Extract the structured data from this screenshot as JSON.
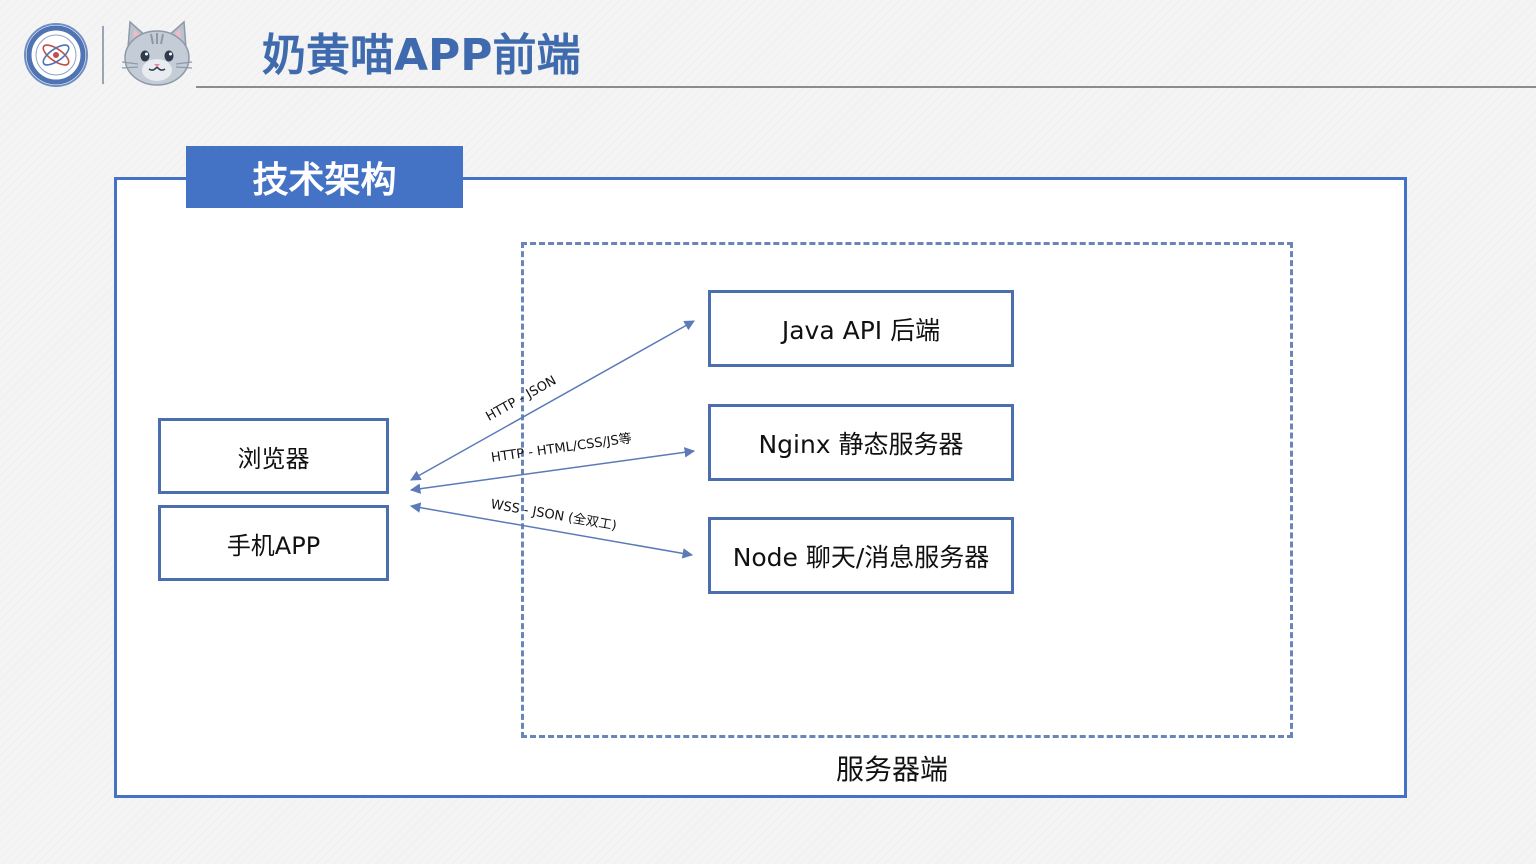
{
  "header": {
    "title": "奶黄喵APP前端",
    "logo_icon": "university-seal-icon",
    "mascot_icon": "cat-face-icon"
  },
  "section": {
    "title": "技术架构"
  },
  "clients": {
    "browser": "浏览器",
    "app": "手机APP"
  },
  "servers": {
    "zone_label": "服务器端",
    "java": "Java API 后端",
    "nginx": "Nginx 静态服务器",
    "node": "Node 聊天/消息服务器"
  },
  "edges": {
    "java": "HTTP - JSON",
    "nginx": "HTTP - HTML/CSS/JS等",
    "node": "WSS - JSON (全双工)"
  },
  "colors": {
    "accent": "#4472c4",
    "title": "#3f6aad",
    "arrow": "#5a7ab8"
  }
}
